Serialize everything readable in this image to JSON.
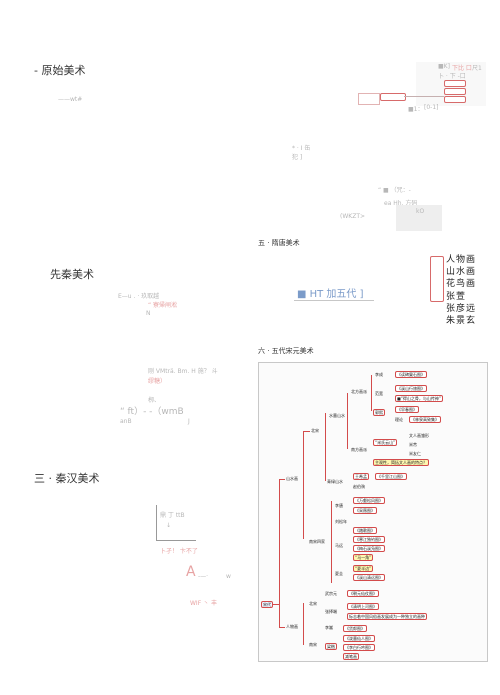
{
  "sections": {
    "s1": "- 原始美术",
    "s1_note": "——wt#",
    "s2": "先秦美术",
    "s2_notes": [
      "E—u .  · 玖取越",
      "“ 寮帰闸淞",
      "N",
      "刚  VMträ. Bm. H 施？ 斗",
      "缪糖）",
      "栁、",
      "“ ft）- -（wmB",
      "anB",
      "J"
    ],
    "s3": "三 · 秦汉美术",
    "s3_notes": [
      "鼎 丁 ttB",
      "↓",
      "卜孑！ 卞不了",
      "A",
      "-—·",
      "w",
      "WIF 丶 丰"
    ],
    "s5": "五 · 隋唐美术",
    "s5_callout": "■ HT 加五代 ]",
    "s6": "六 · 五代宋元美术",
    "top_right": [
      "■K]",
      "下比 口",
      "尺1",
      "t…",
      "卜 · 下 -口",
      "",
      "■1：",
      "[0-1]",
      "* · I 缶",
      "犯 ]",
      "“ ■ （咒：-",
      "ea Hh. 方码",
      "(WKZT>",
      "kO"
    ],
    "bigs_labels": [
      "人物画",
      "山水画",
      "花鸟画",
      "张萱",
      "张彦远",
      "朱景玄"
    ]
  },
  "tree": {
    "root": "宋代",
    "b1": "山水画",
    "b1_1": "北宋",
    "b1_1_1": "水墨山水",
    "b1_1_1_1": "北方画派",
    "leaf1": "李成",
    "leaf1a": "《读碑窠石图》",
    "leaf2": "范宽",
    "leaf2a": "《溪山行旅图》",
    "leaf2b": "■“得山之骨，与山传神”",
    "leaf3": "郭熙",
    "leaf3a": "《早春图》",
    "leaf3b": "理论",
    "leaf3c": "《林泉高致集》",
    "b1_1_1_2": "南方画派",
    "leaf4": "“米氏云山”",
    "leaf4a": "文人画雏形",
    "leaf4b": "米芾",
    "leaf4c": "米友仁",
    "leaf4d": "主观性，简括文人画的特点？",
    "b1_1_2": "青绿山水",
    "leaf5": "王希孟",
    "leaf5a": "《千里江山图》",
    "leaf5b": "赵伯驹",
    "b1_2": "南宋四家",
    "leaf6": "李唐",
    "leaf6a": "《万壑松风图》",
    "leaf6b": "《采薇图》",
    "leaf7": "刘松年",
    "leaf8": "马远",
    "leaf8a": "《踏歌图》",
    "leaf8b": "《寒江独钓图》",
    "leaf8c": "《梅石溪凫图》",
    "leaf8d": "“马一角”",
    "leaf9": "夏圭",
    "leaf9a": "“夏半边”",
    "leaf9b": "《溪山清远图》",
    "b2": "人物画",
    "b2_1": "北宋",
    "leaf10": "武宗元",
    "leaf10a": "《朝元仙仗图》",
    "leaf11": "张择端",
    "leaf11a": "《清明上河图》",
    "leaf11b": "标志着中国风俗画发展成为一种独立的画种",
    "b2_2": "南宋",
    "leaf12": "李嵩",
    "leaf12a": "《货郎图》",
    "leaf13": "梁楷",
    "leaf13a": "《泼墨仙人图》",
    "leaf13b": "《李白行吟图》",
    "leaf13c": "减笔画"
  },
  "colors": {
    "accent": "#d34b4b",
    "highlight": "#fff7b0"
  }
}
